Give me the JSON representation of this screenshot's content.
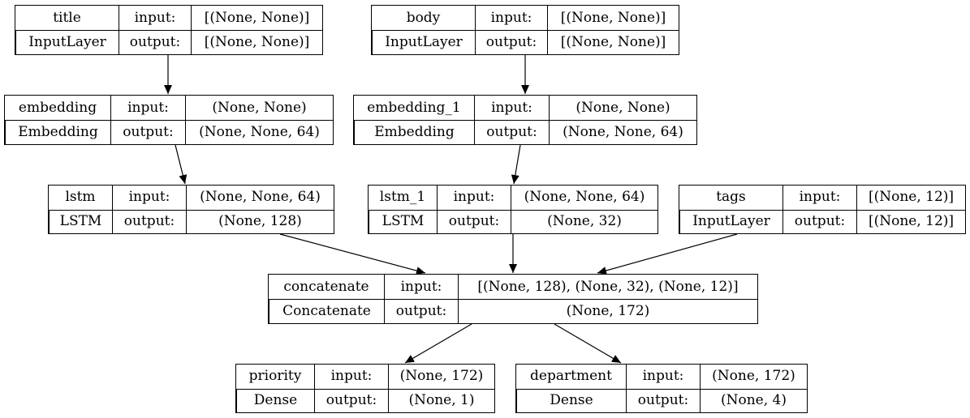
{
  "nodes": {
    "title": {
      "name": "title",
      "type": "InputLayer",
      "input_label": "input:",
      "output_label": "output:",
      "input": "[(None, None)]",
      "output": "[(None, None)]"
    },
    "body": {
      "name": "body",
      "type": "InputLayer",
      "input_label": "input:",
      "output_label": "output:",
      "input": "[(None, None)]",
      "output": "[(None, None)]"
    },
    "embedding": {
      "name": "embedding",
      "type": "Embedding",
      "input_label": "input:",
      "output_label": "output:",
      "input": "(None, None)",
      "output": "(None, None, 64)"
    },
    "embedding_1": {
      "name": "embedding_1",
      "type": "Embedding",
      "input_label": "input:",
      "output_label": "output:",
      "input": "(None, None)",
      "output": "(None, None, 64)"
    },
    "lstm": {
      "name": "lstm",
      "type": "LSTM",
      "input_label": "input:",
      "output_label": "output:",
      "input": "(None, None, 64)",
      "output": "(None, 128)"
    },
    "lstm_1": {
      "name": "lstm_1",
      "type": "LSTM",
      "input_label": "input:",
      "output_label": "output:",
      "input": "(None, None, 64)",
      "output": "(None, 32)"
    },
    "tags": {
      "name": "tags",
      "type": "InputLayer",
      "input_label": "input:",
      "output_label": "output:",
      "input": "[(None, 12)]",
      "output": "[(None, 12)]"
    },
    "concatenate": {
      "name": "concatenate",
      "type": "Concatenate",
      "input_label": "input:",
      "output_label": "output:",
      "input": "[(None, 128), (None, 32), (None, 12)]",
      "output": "(None, 172)"
    },
    "priority": {
      "name": "priority",
      "type": "Dense",
      "input_label": "input:",
      "output_label": "output:",
      "input": "(None, 172)",
      "output": "(None, 1)"
    },
    "department": {
      "name": "department",
      "type": "Dense",
      "input_label": "input:",
      "output_label": "output:",
      "input": "(None, 172)",
      "output": "(None, 4)"
    }
  },
  "edges": [
    {
      "from": "title",
      "to": "embedding"
    },
    {
      "from": "body",
      "to": "embedding_1"
    },
    {
      "from": "embedding",
      "to": "lstm"
    },
    {
      "from": "embedding_1",
      "to": "lstm_1"
    },
    {
      "from": "lstm",
      "to": "concatenate"
    },
    {
      "from": "lstm_1",
      "to": "concatenate"
    },
    {
      "from": "tags",
      "to": "concatenate"
    },
    {
      "from": "concatenate",
      "to": "priority"
    },
    {
      "from": "concatenate",
      "to": "department"
    }
  ]
}
